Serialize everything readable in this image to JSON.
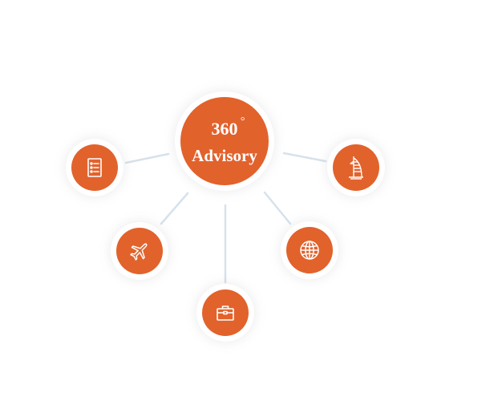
{
  "diagram": {
    "center": {
      "number": "360",
      "degree_symbol": "°",
      "word": "Advisory"
    },
    "satellites": [
      {
        "key": "list",
        "icon": "document-list-icon"
      },
      {
        "key": "plane",
        "icon": "airplane-icon"
      },
      {
        "key": "briefcase",
        "icon": "briefcase-icon"
      },
      {
        "key": "globe",
        "icon": "globe-icon"
      },
      {
        "key": "tower",
        "icon": "burj-al-arab-icon"
      }
    ],
    "colors": {
      "node_fill": "#e2622c",
      "icon_stroke": "#ffffff",
      "connector": "#d6e2ec"
    }
  }
}
